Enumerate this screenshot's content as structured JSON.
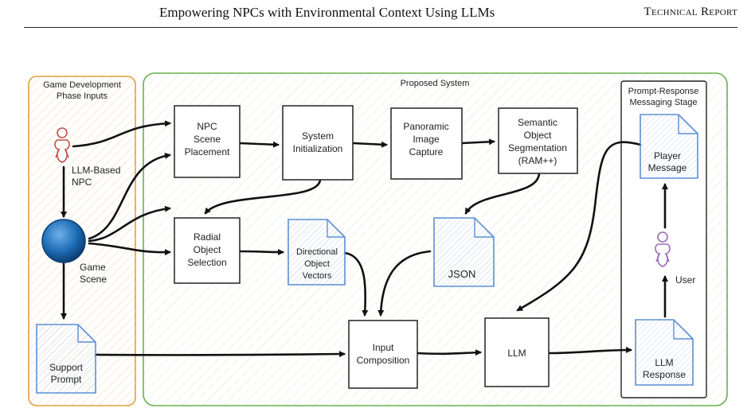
{
  "header": {
    "title": "Empowering NPCs with Environmental Context Using LLMs",
    "right": "Technical Report"
  },
  "groups": {
    "inputs_title": [
      "Game Development",
      "Phase Inputs"
    ],
    "system_title": "Proposed System",
    "messaging_title": [
      "Prompt-Response",
      "Messaging Stage"
    ]
  },
  "nodes": {
    "llm_npc": [
      "LLM-Based",
      "NPC"
    ],
    "game_scene": [
      "Game",
      "Scene"
    ],
    "support_prompt": [
      "Support",
      "Prompt"
    ],
    "npc_placement": [
      "NPC",
      "Scene",
      "Placement"
    ],
    "system_init": [
      "System",
      "Initialization"
    ],
    "panoramic": [
      "Panoramic",
      "Image",
      "Capture"
    ],
    "segmentation": [
      "Semantic",
      "Object",
      "Segmentation",
      "(RAM++)"
    ],
    "radial": [
      "Radial",
      "Object",
      "Selection"
    ],
    "directional": [
      "Directional",
      "Object",
      "Vectors"
    ],
    "json": "JSON",
    "input_comp": [
      "Input",
      "Composition"
    ],
    "llm": "LLM",
    "player_message": [
      "Player",
      "Message"
    ],
    "user": "User",
    "llm_response": [
      "LLM",
      "Response"
    ]
  },
  "colors": {
    "inputs_border": "#e0a040",
    "system_border": "#6ab04c",
    "doc_blue": "#5b8fd6",
    "npc_red": "#c0504d",
    "user_purple": "#9b6bb8",
    "sphere": "#1f6fb7"
  }
}
